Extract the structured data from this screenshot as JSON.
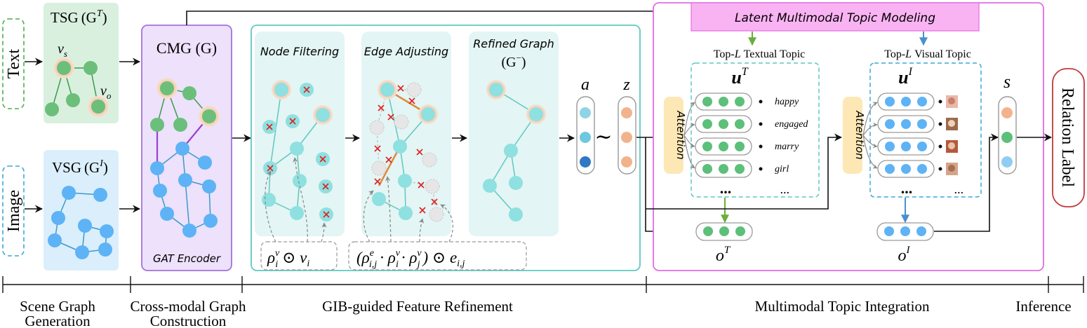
{
  "inputs": {
    "text": "Text",
    "image": "Image"
  },
  "tsg": {
    "label": "TSG",
    "math": "(G",
    "sup": "T",
    "close": ")",
    "vs": "v",
    "vs_sub": "s",
    "vo": "v",
    "vo_sub": "o"
  },
  "vsg": {
    "label": "VSG",
    "math": "(G",
    "sup": "I",
    "close": ")"
  },
  "cmg": {
    "label": "CMG (G)",
    "encoder": "GAT Encoder"
  },
  "gib": {
    "node_filtering": "Node Filtering",
    "edge_adjusting": "Edge Adjusting",
    "refined_graph": "Refined Graph",
    "refined_math": "(G",
    "refined_sup": "−",
    "refined_close": ")",
    "formula_node": "ρ",
    "formula_node_sup": "v",
    "formula_node_sub": "i",
    "formula_node_rest": "⊙ v",
    "formula_node_rest_sub": "i",
    "formula_edge": "(ρ",
    "formula_edge_sup1": "e",
    "formula_edge_sub1": "i,j",
    "formula_edge_mid1": "· ρ",
    "formula_edge_sup2": "v",
    "formula_edge_sub2": "i",
    "formula_edge_mid2": "· ρ",
    "formula_edge_sup3": "v",
    "formula_edge_sub3": "j",
    "formula_edge_end": ") ⊙ e",
    "formula_edge_sub4": "i,j",
    "vec_a": "a",
    "vec_z": "z",
    "tilde": "∼"
  },
  "topic": {
    "title": "Latent Multimodal Topic Modeling",
    "textual_title_pre": "Top-",
    "textual_title_L": "L",
    "textual_title_post": "Textual Topic",
    "visual_title_pre": "Top-",
    "visual_title_L": "L",
    "visual_title_post": "Visual Topic",
    "uT": "u",
    "uT_sup": "T",
    "uI": "u",
    "uI_sup": "I",
    "attention": "Attention",
    "words": [
      "happy",
      "engaged",
      "marry",
      "girl"
    ],
    "ellipsis": "...",
    "oT": "o",
    "oT_sup": "T",
    "oI": "o",
    "oI_sup": "I",
    "s": "s"
  },
  "relation_label": "Relation Label",
  "stages": [
    {
      "line1": "Scene Graph",
      "line2": "Generation"
    },
    {
      "line1": "Cross-modal Graph",
      "line2": "Construction"
    },
    {
      "line1": "GIB-guided Feature Refinement",
      "line2": ""
    },
    {
      "line1": "Multimodal Topic Integration",
      "line2": ""
    },
    {
      "line1": "Inference",
      "line2": ""
    }
  ],
  "colors": {
    "green_node": "#6bbf7a",
    "blue_node": "#5db3f5",
    "cyan_node": "#8fe0e0",
    "halo": "#f3c9a8",
    "purple_edge": "#9b3fd6",
    "orange_edge": "#e08a3a",
    "cross": "#e02020",
    "pink_frame": "#e36be6",
    "teal_frame": "#5ec9c0"
  }
}
